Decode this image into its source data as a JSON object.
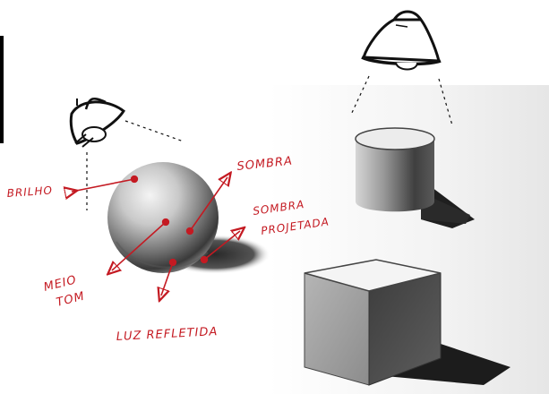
{
  "colors": {
    "annotation": "#c41a22",
    "pencil": "#1a1a1a",
    "paper": "#ffffff"
  },
  "labels": {
    "brilho": "BRILHO",
    "sombra": "SOMBRA",
    "sombra_projetada_line1": "SOMBRA",
    "sombra_projetada_line2": "PROJETADA",
    "meio_tom_line1": "MEIO",
    "meio_tom_line2": "TOM",
    "luz_refletida": "LUZ REFLETIDA"
  },
  "objects": [
    "lamp-icon",
    "hanging-lamp-icon",
    "sphere",
    "cylinder",
    "cube"
  ]
}
